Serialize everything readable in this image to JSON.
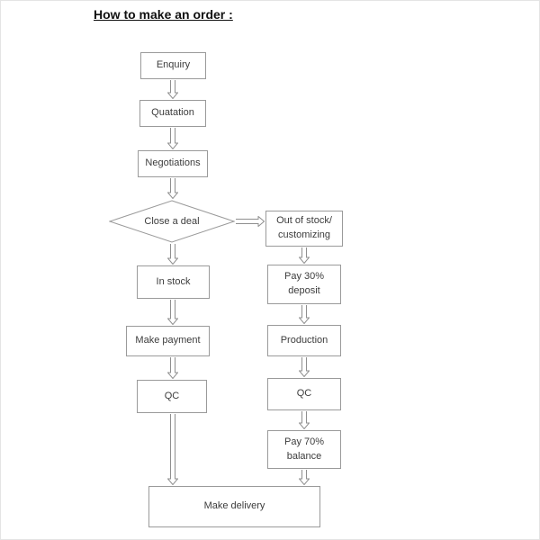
{
  "title": "How to make an order :",
  "flowchart": {
    "enquiry": {
      "label": "Enquiry"
    },
    "quotation": {
      "label": "Quatation"
    },
    "negotiations": {
      "label": "Negotiations"
    },
    "close_deal": {
      "label": "Close a deal"
    },
    "out_of_stock": {
      "line1": "Out of stock/",
      "line2": "customizing"
    },
    "in_stock": {
      "label": "In stock"
    },
    "pay_deposit": {
      "line1": "Pay 30%",
      "line2": "deposit"
    },
    "make_payment": {
      "label": "Make payment"
    },
    "production": {
      "label": "Production"
    },
    "qc_left": {
      "label": "QC"
    },
    "qc_right": {
      "label": "QC"
    },
    "pay_balance": {
      "line1": "Pay 70%",
      "line2": "balance"
    },
    "make_delivery": {
      "label": "Make delivery"
    }
  },
  "colors": {
    "line": "#8f8f8f",
    "border": "#9a9a9a",
    "text": "#3c3c3c"
  }
}
